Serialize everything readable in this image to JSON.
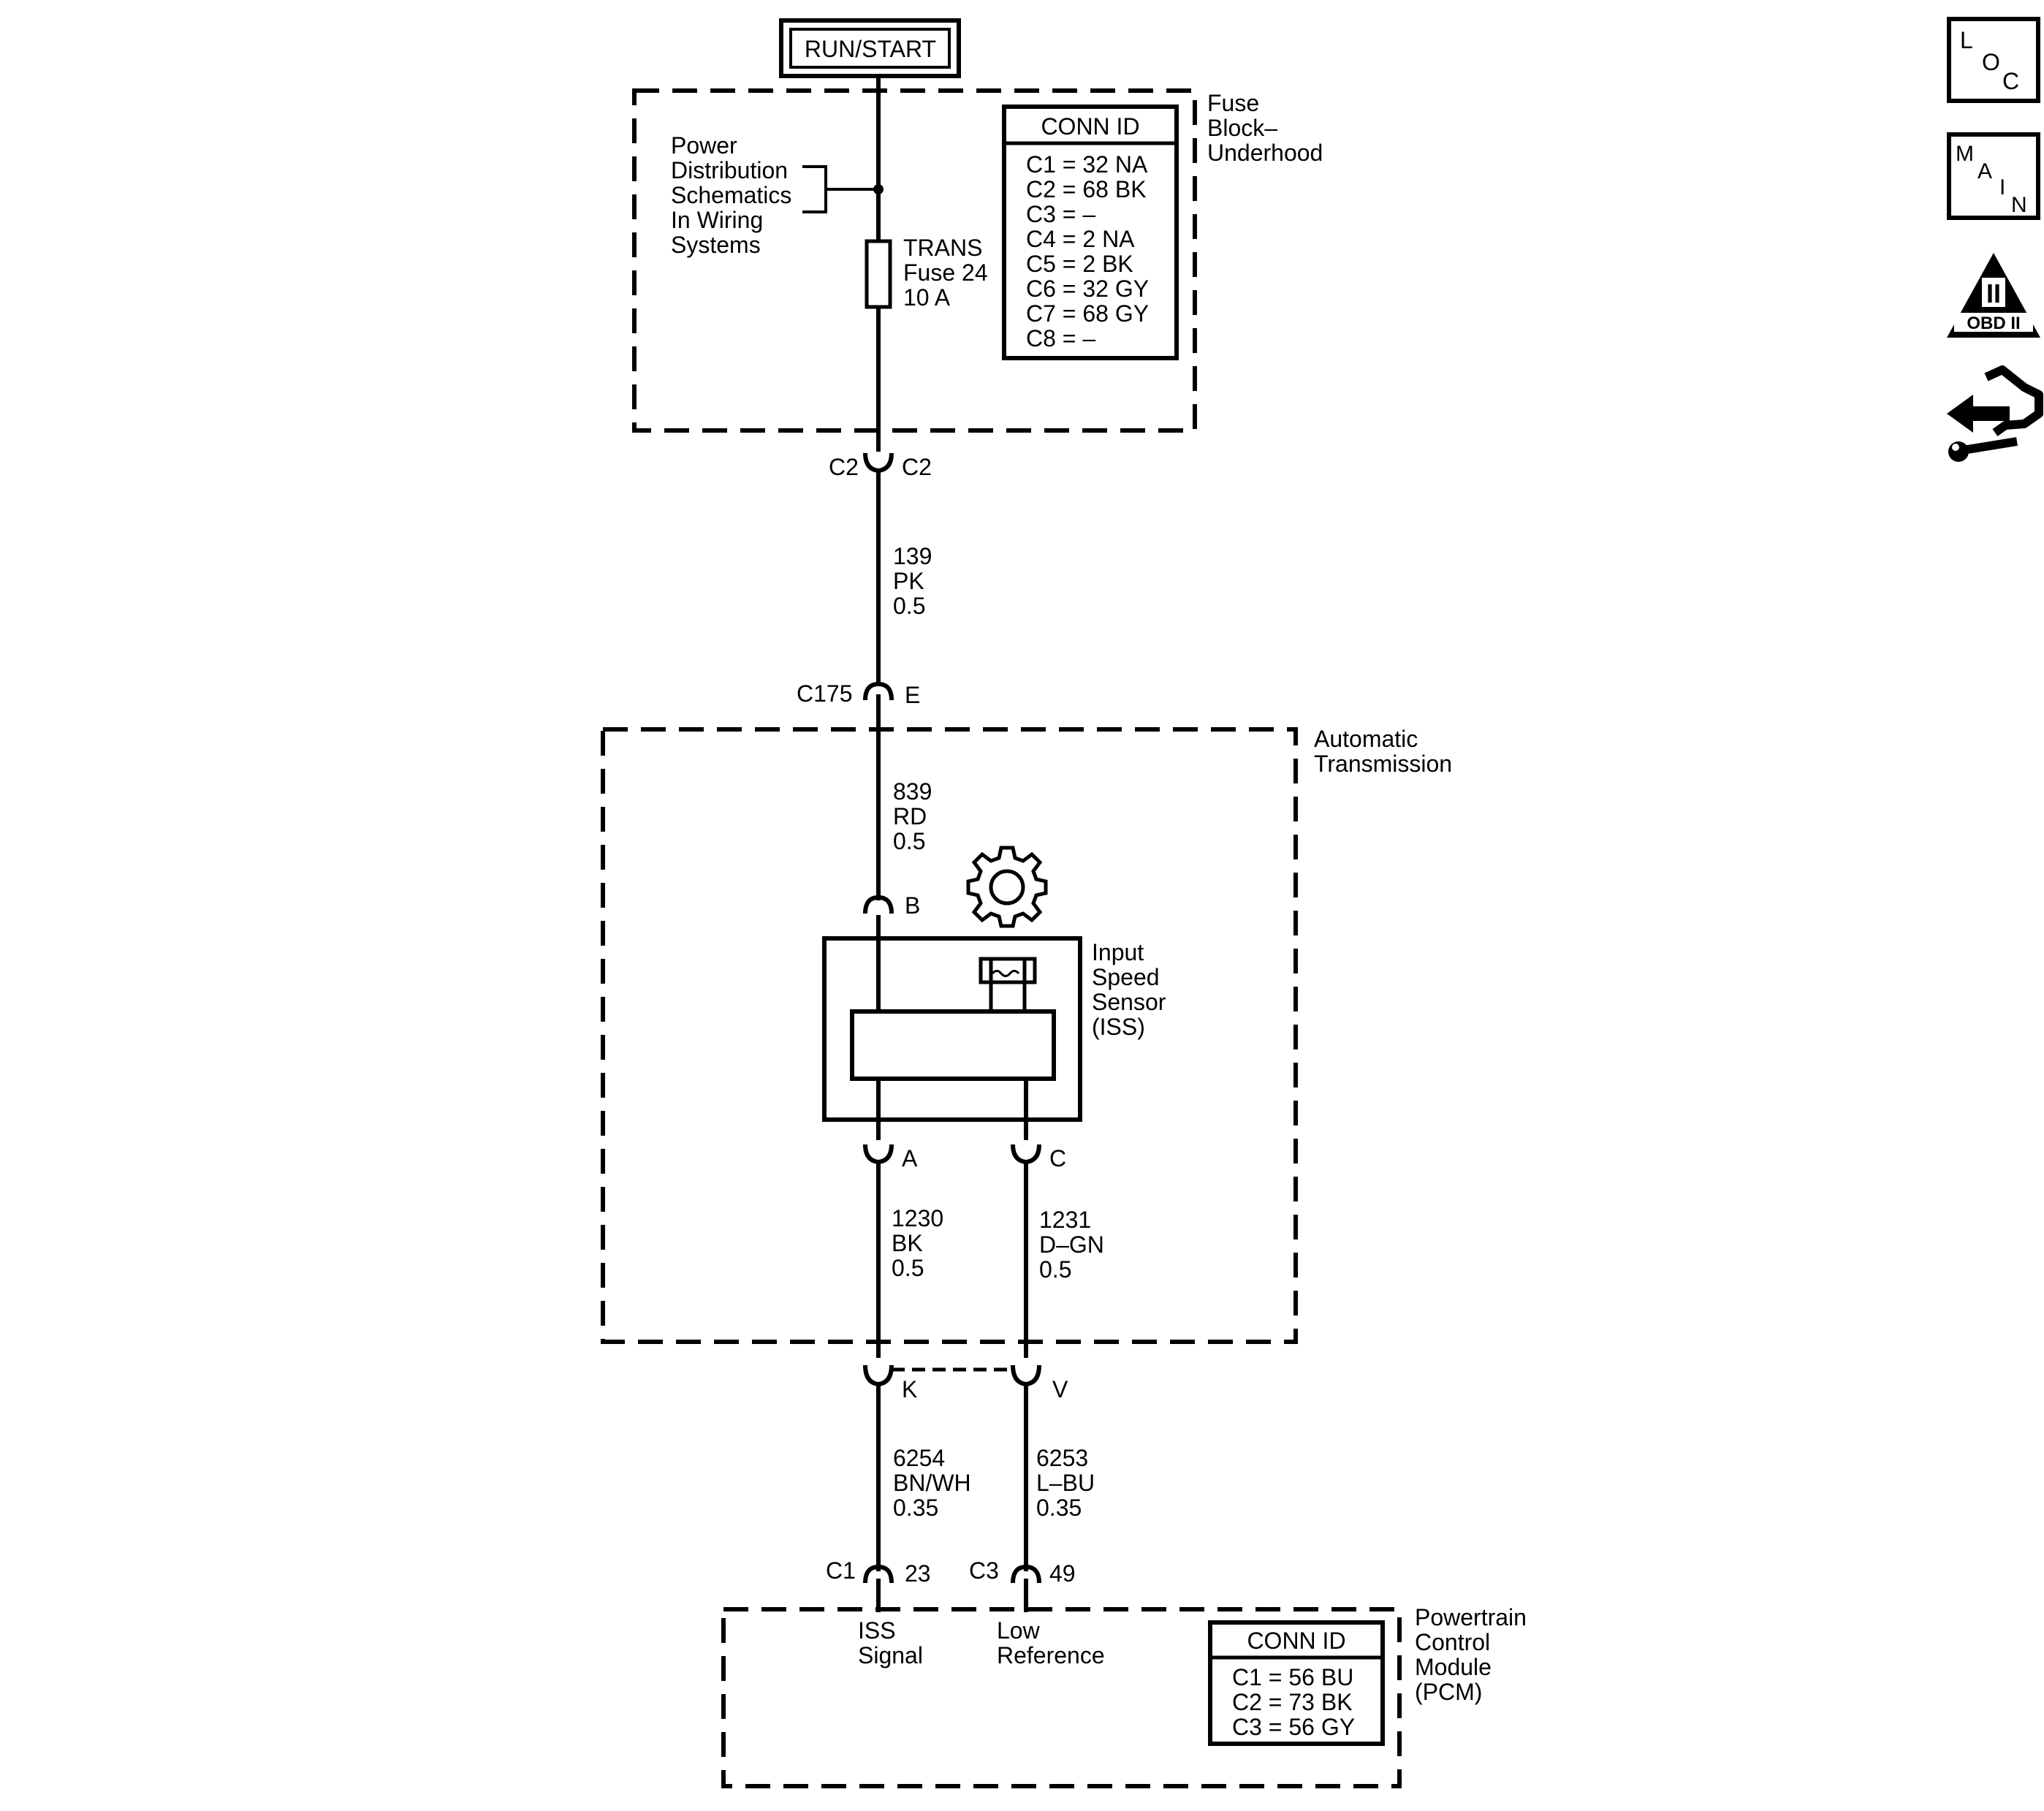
{
  "power_source": "RUN/START",
  "fuse_block": {
    "name_lines": [
      "Fuse",
      "Block–",
      "Underhood"
    ],
    "reference_lines": [
      "Power",
      "Distribution",
      "Schematics",
      "In Wiring",
      "Systems"
    ],
    "fuse_lines": [
      "TRANS",
      "Fuse 24",
      "10 A"
    ],
    "conn_id_title": "CONN ID",
    "conn_ids": [
      "C1 = 32 NA",
      "C2 = 68 BK",
      "C3 = –",
      "C4 = 2 NA",
      "C5 = 2 BK",
      "C6 = 32 GY",
      "C7 = 68 GY",
      "C8 = –"
    ],
    "out_connector_left": "C2",
    "out_connector_right": "C2"
  },
  "wire_139": [
    "139",
    "PK",
    "0.5"
  ],
  "inline_connector": {
    "name": "C175",
    "pin": "E"
  },
  "transmission": {
    "name_lines": [
      "Automatic",
      "Transmission"
    ],
    "wire_839": [
      "839",
      "RD",
      "0.5"
    ],
    "pin_b": "B",
    "sensor_lines": [
      "Input",
      "Speed",
      "Sensor",
      "(ISS)"
    ],
    "pin_a": "A",
    "pin_c": "C",
    "wire_1230": [
      "1230",
      "BK",
      "0.5"
    ],
    "wire_1231": [
      "1231",
      "D–GN",
      "0.5"
    ]
  },
  "trans_connector": {
    "pin_k": "K",
    "pin_v": "V"
  },
  "wire_6254": [
    "6254",
    "BN/WH",
    "0.35"
  ],
  "wire_6253": [
    "6253",
    "L–BU",
    "0.35"
  ],
  "pcm": {
    "conn_left": "C1",
    "pin_left": "23",
    "conn_right": "C3",
    "pin_right": "49",
    "signal_left": [
      "ISS",
      "Signal"
    ],
    "signal_right": [
      "Low",
      "Reference"
    ],
    "name_lines": [
      "Powertrain",
      "Control",
      "Module",
      "(PCM)"
    ],
    "conn_id_title": "CONN ID",
    "conn_ids": [
      "C1 = 56 BU",
      "C2 = 73 BK",
      "C3 = 56 GY"
    ]
  },
  "side_icons": {
    "loc": [
      "L",
      "O",
      "C"
    ],
    "main": [
      "M",
      "A",
      "I",
      "N"
    ],
    "obd": [
      "II",
      "OBD II"
    ],
    "names": [
      "loc-icon",
      "main-icon",
      "obd-ii-icon",
      "connector-hand-icon"
    ]
  }
}
